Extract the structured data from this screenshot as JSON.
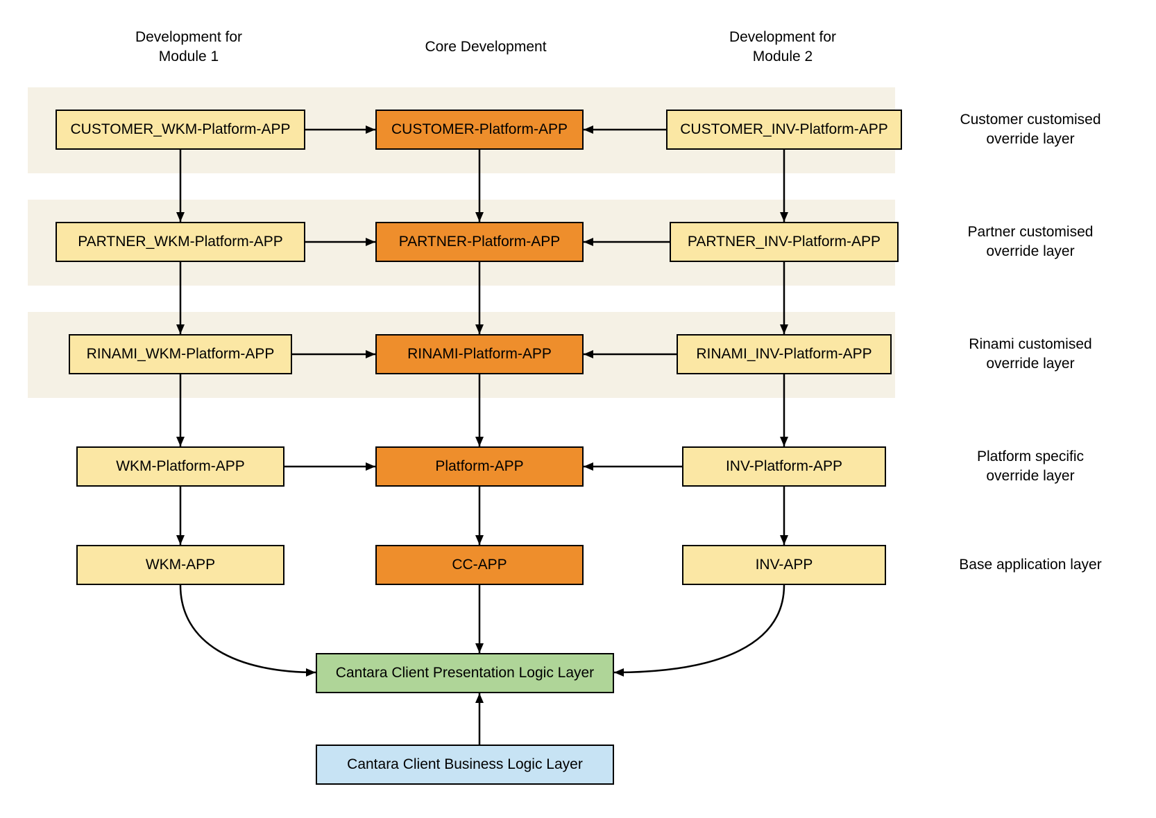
{
  "diagram": {
    "headers": {
      "col1": [
        "Development for",
        "Module 1"
      ],
      "col2": [
        "Core Development"
      ],
      "col3": [
        "Development for",
        "Module 2"
      ]
    },
    "rows": [
      {
        "left": "CUSTOMER_WKM-Platform-APP",
        "center": "CUSTOMER-Platform-APP",
        "right": "CUSTOMER_INV-Platform-APP",
        "layer": [
          "Customer customised",
          "override layer"
        ]
      },
      {
        "left": "PARTNER_WKM-Platform-APP",
        "center": "PARTNER-Platform-APP",
        "right": "PARTNER_INV-Platform-APP",
        "layer": [
          "Partner customised",
          "override layer"
        ]
      },
      {
        "left": "RINAMI_WKM-Platform-APP",
        "center": "RINAMI-Platform-APP",
        "right": "RINAMI_INV-Platform-APP",
        "layer": [
          "Rinami customised",
          "override layer"
        ]
      },
      {
        "left": "WKM-Platform-APP",
        "center": "Platform-APP",
        "right": "INV-Platform-APP",
        "layer": [
          "Platform specific",
          "override layer"
        ]
      },
      {
        "left": "WKM-APP",
        "center": "CC-APP",
        "right": "INV-APP",
        "layer": [
          "Base application layer"
        ]
      }
    ],
    "bottom": {
      "presentation": "Cantara Client Presentation Logic Layer",
      "business": "Cantara Client Business Logic Layer"
    },
    "colors": {
      "side_box": "#FBE7A4",
      "center_box": "#EE8E2C",
      "band": "#F5F1E5",
      "presentation_box": "#AFD598",
      "business_box": "#C7E3F4",
      "line": "#000000"
    }
  }
}
